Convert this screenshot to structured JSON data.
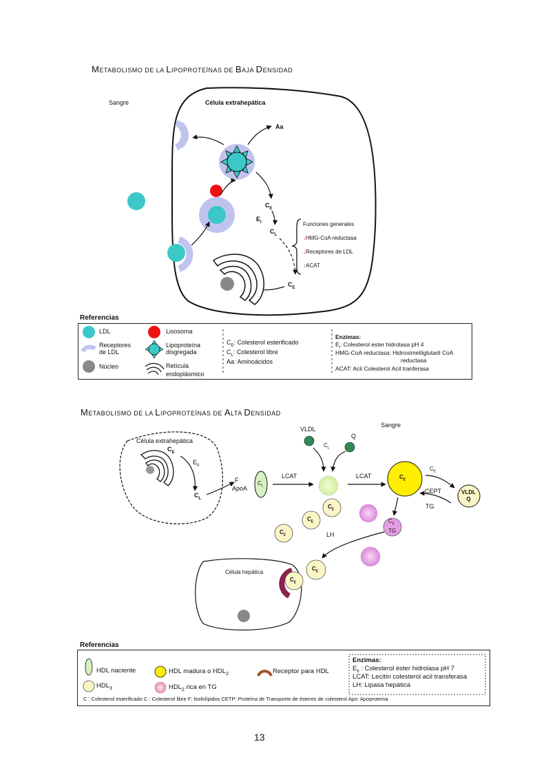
{
  "ldl": {
    "title": {
      "M": "M",
      "rest1": "ETABOLISMO DE LA ",
      "L": "L",
      "rest2": "IPOPROTEÍNAS DE ",
      "B": "B",
      "rest3": "AJA ",
      "D": "D",
      "rest4": "ENSIDAD"
    },
    "sangre": "Sangre",
    "cell": "Célula extrahepática",
    "aa": "Aa",
    "ce": "C",
    "ce_sub": "E",
    "cl": "C",
    "cl_sub": "L",
    "ei": "E",
    "ei_sub": "I",
    "functions": {
      "header": "Funciones generales",
      "items": [
        "HMG-CoA reductasa",
        "Receptores de LDL",
        "ACAT"
      ],
      "arrows": [
        "↓",
        "↓",
        "↑"
      ]
    },
    "refs": {
      "heading": "Referencias",
      "ldl": "LDL",
      "receptores": "Receptores",
      "receptores2": "de LDL",
      "nucleo": "Núcleo",
      "lisosoma": "Lisosoma",
      "lipo": "Lipoproteína",
      "lipo2": "disgregada",
      "reticula": "Retícula",
      "reticula2": "endoplásmico",
      "abbr": [
        {
          "a": "C",
          "sub": "E",
          "text": ": Colesterol esterificado"
        },
        {
          "a": "C",
          "sub": "L",
          "text": ": Colesterol libre"
        },
        {
          "a": "Aa",
          "sub": "",
          "text": ": Aminoácidos"
        }
      ],
      "enzimas_title": "Enzimas:",
      "enzimas": {
        "e1a": "E",
        "e1sub": "I",
        "e1b": ": Colesterol ester hidrolasa pH 4",
        "e2": "HMG-CoA reductasa: Hidroximetilglutaril CoA",
        "e2b": "reductasa",
        "e3": "ACAT: Acil Colesterol Acil tranferasa"
      }
    }
  },
  "hdl": {
    "title": {
      "M": "M",
      "rest1": "ETABOLISMO  DE LA ",
      "L": "L",
      "rest2": "IPOPROTEÍNAS  DE ",
      "A": "A",
      "rest3": "LTA ",
      "D": "D",
      "rest4": "ENSIDAD"
    },
    "sangre": "Sangre",
    "cell": "Célula extrahepática",
    "hepatic": "Célula hepática",
    "eii": "E",
    "eii_sub": "II",
    "f": "F",
    "apoa": "ApoA",
    "lcat": "LCAT",
    "vldl": "VLDL",
    "q": "Q",
    "cept": "CEPT",
    "tg": "TG",
    "lh": "LH",
    "vldl_q": [
      "VLDL",
      "Q"
    ],
    "refs": {
      "heading": "Referencias",
      "naciente": "HDL naciente",
      "hdl3a": "HDL",
      "hdl3b": "3",
      "madura": "HDL madura o HDL",
      "madura_sub": "2",
      "rica": "HDL",
      "rica_sub": "2",
      "rica_b": " rica en TG",
      "receptor": "Receptor para HDL",
      "enzimas_title": "Enzimas:",
      "en1a": "E",
      "en1sub": "II",
      "en1b": " : Colesterol éster hidrolasa pH 7",
      "en2": "LCAT: Lecitín colesterol acil transferasa",
      "en3": "LH: Lipasa hepática",
      "footer": "C : Colesterol  esterificado C : Colesterol libre F: fosfolípidos CETP: Proteína de Transporte de ésteres de colesterol Apo: Apoproteína"
    }
  },
  "page_number": "13",
  "colors": {
    "ldl_teal": "#3cc8c8",
    "receptor_lavender": "#c0c3ee",
    "lysosome_red": "#ee1111",
    "nucleus_gray": "#888888",
    "hdl_green": "#2e8b57",
    "hdl_mature_yellow": "#ffee00",
    "hdl3_cream": "#fbf6c6",
    "hdl_pink": "#e59ee5",
    "hdl_receptor": "#8b2250"
  }
}
